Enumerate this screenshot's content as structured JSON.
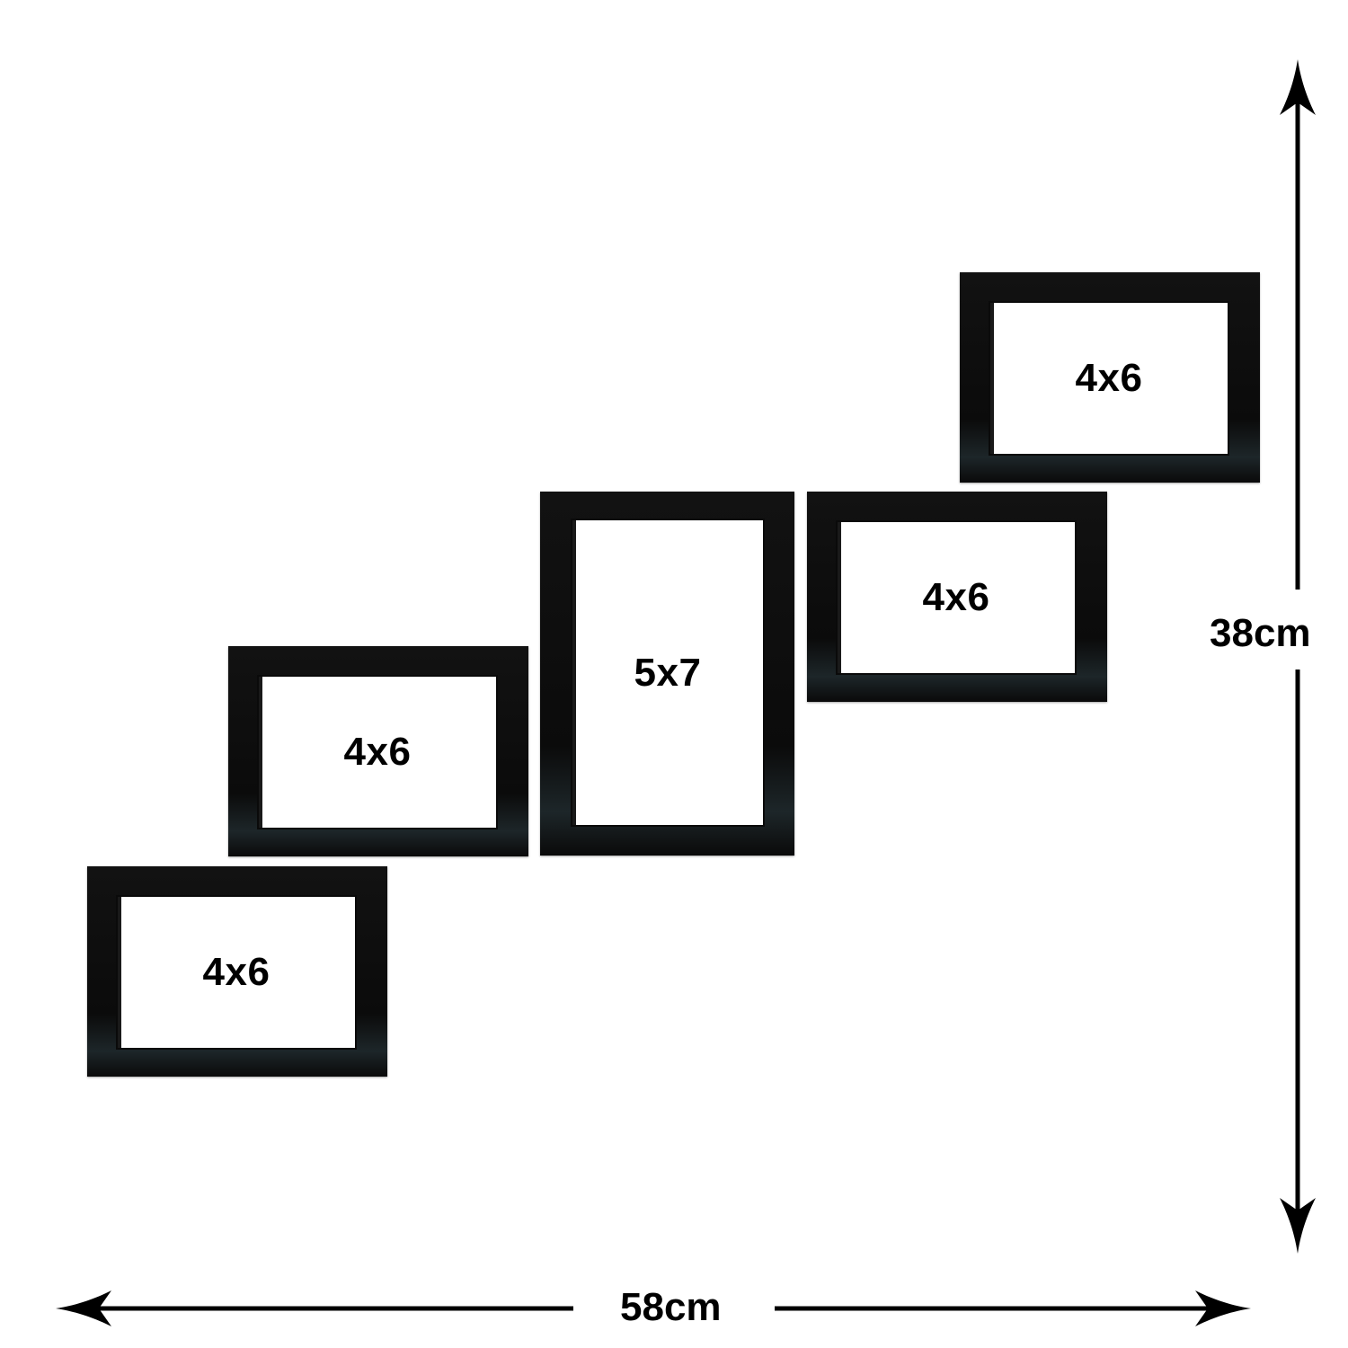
{
  "frames": [
    {
      "id": "frame-top-right",
      "size_label": "4x6"
    },
    {
      "id": "frame-middle-right",
      "size_label": "4x6"
    },
    {
      "id": "frame-center-portrait",
      "size_label": "5x7"
    },
    {
      "id": "frame-middle-left",
      "size_label": "4x6"
    },
    {
      "id": "frame-bottom-left",
      "size_label": "4x6"
    }
  ],
  "dimensions": {
    "height_label": "38cm",
    "width_label": "58cm"
  },
  "colors": {
    "frame": "#0d0d0d",
    "background": "#ffffff",
    "text": "#000000"
  }
}
